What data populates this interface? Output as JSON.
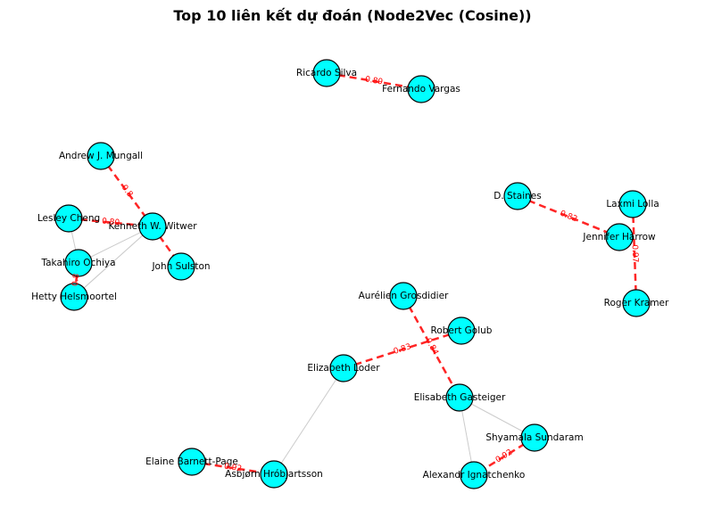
{
  "title": "Top 10 liên kết dự đoán (Node2Vec (Cosine))",
  "colors": {
    "node": "#00ffff",
    "predicted_edge": "#ff0000",
    "existing_edge": "#cccccc"
  },
  "nodes": [
    "Ricardo Silva",
    "Fernando Vargas",
    "Andrew J. Mungall",
    "Lesley Cheng",
    "Kenneth W. Witwer",
    "Takahiro Ochiya",
    "John Sulston",
    "Hetty Helsmoortel",
    "D. Staines",
    "Laxmi Lolla",
    "Jennifer Harrow",
    "Roger Kramer",
    "Aurélien Grosdidier",
    "Robert Golub",
    "Elizabeth Loder",
    "Elisabeth Gasteiger",
    "Shyamala Sundaram",
    "Alexandr Ignatchenko",
    "Elaine Barnett-Page",
    "Asbjørn Hróbjartsson"
  ],
  "existing_edges": [
    [
      "Lesley Cheng",
      "Takahiro Ochiya"
    ],
    [
      "Kenneth W. Witwer",
      "Takahiro Ochiya"
    ],
    [
      "Kenneth W. Witwer",
      "Hetty Helsmoortel"
    ],
    [
      "Kenneth W. Witwer",
      "Hetty Helsmoortel"
    ],
    [
      "Elizabeth Loder",
      "Asbjørn Hróbjartsson"
    ],
    [
      "Elisabeth Gasteiger",
      "Shyamala Sundaram"
    ],
    [
      "Elisabeth Gasteiger",
      "Alexandr Ignatchenko"
    ]
  ],
  "predicted_links": [
    {
      "source": "Ricardo Silva",
      "target": "Fernando Vargas",
      "score": "0.89"
    },
    {
      "source": "Andrew J. Mungall",
      "target": "Kenneth W. Witwer",
      "score": "0.8"
    },
    {
      "source": "Lesley Cheng",
      "target": "Kenneth W. Witwer",
      "score": "0.80"
    },
    {
      "source": "Kenneth W. Witwer",
      "target": "John Sulston",
      "score": ""
    },
    {
      "source": "Takahiro Ochiya",
      "target": "Hetty Helsmoortel",
      "score": "0.8"
    },
    {
      "source": "D. Staines",
      "target": "Jennifer Harrow",
      "score": "0.82"
    },
    {
      "source": "Laxmi Lolla",
      "target": "Roger Kramer",
      "score": "0.97"
    },
    {
      "source": "Elizabeth Loder",
      "target": "Robert Golub",
      "score": "0.83"
    },
    {
      "source": "Aurélien Grosdidier",
      "target": "Elisabeth Gasteiger",
      "score": "0.84"
    },
    {
      "source": "Shyamala Sundaram",
      "target": "Alexandr Ignatchenko",
      "score": "0.92"
    },
    {
      "source": "Elaine Barnett-Page",
      "target": "Asbjørn Hróbjartsson",
      "score": "0.92"
    }
  ]
}
